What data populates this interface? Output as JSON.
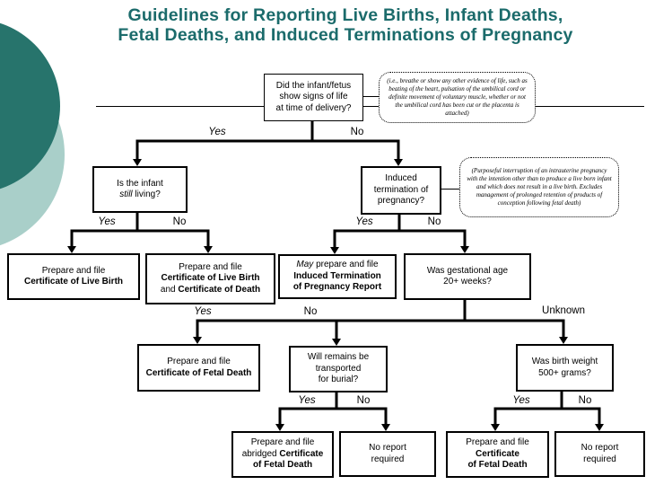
{
  "title": {
    "line1": "Guidelines for Reporting Live Births, Infant Deaths,",
    "line2": "Fetal Deaths, and Induced Terminations of Pregnancy"
  },
  "colors": {
    "title_teal": "#1B6B6B",
    "circle_dark_teal": "#27746C",
    "circle_light_teal": "#A9CFC9",
    "line_black": "#000000"
  },
  "labels": {
    "yes": "Yes",
    "no": "No",
    "unknown": "Unknown"
  },
  "nodes": {
    "q_signs_of_life": {
      "lines": [
        "Did the infant/fetus",
        "show signs of life",
        "at time of delivery?"
      ]
    },
    "note_signs_of_life": {
      "text": "(i.e., breathe or show any other evidence of life, such as beating of the heart, pulsation of the umbilical cord or definite movement of voluntary muscle, whether or not the umbilical cord has been cut or the placenta is attached)"
    },
    "q_infant_living": {
      "line1": "Is the infant",
      "line2_italic": "still",
      "line2_rest": " living?"
    },
    "q_induced_termination": {
      "lines": [
        "Induced",
        "termination of",
        "pregnancy?"
      ]
    },
    "note_induced_termination": {
      "text": "(Purposeful interruption of an intrauterine pregnancy with the intention other than to produce a live born infant and which does not result in a live birth.  Excludes management of prolonged retention of products of conception following fetal death)"
    },
    "act_live_birth": {
      "line1": "Prepare and file",
      "line2_bold": "Certificate of Live Birth"
    },
    "act_live_birth_and_death": {
      "line1": "Prepare and file",
      "line2_bold": "Certificate of Live Birth",
      "line3_pre": "and ",
      "line3_bold": "Certificate of Death"
    },
    "act_itop_report": {
      "line1_italic": "May",
      "line1_rest": " prepare and file",
      "line2_bold": "Induced Termination",
      "line3_bold": "of Pregnancy Report"
    },
    "q_gestational_age": {
      "lines": [
        "Was gestational age",
        "20+ weeks?"
      ]
    },
    "act_fetal_death": {
      "line1": "Prepare and file",
      "line2_bold": "Certificate of Fetal Death"
    },
    "q_remains_transported": {
      "lines": [
        "Will remains be",
        "transported",
        "for burial?"
      ]
    },
    "q_birth_weight": {
      "lines": [
        "Was birth weight",
        "500+ grams?"
      ]
    },
    "act_abridged_fetal_death": {
      "line1": "Prepare and file",
      "line2_pre": "abridged ",
      "line2_bold": "Certificate",
      "line3_bold": "of Fetal Death"
    },
    "act_no_report_left": {
      "lines": [
        "No report",
        "required"
      ]
    },
    "act_fetal_death_2": {
      "line1": "Prepare and file",
      "line2_bold": "Certificate",
      "line3_bold": "of Fetal Death"
    },
    "act_no_report_right": {
      "lines": [
        "No report",
        "required"
      ]
    }
  }
}
